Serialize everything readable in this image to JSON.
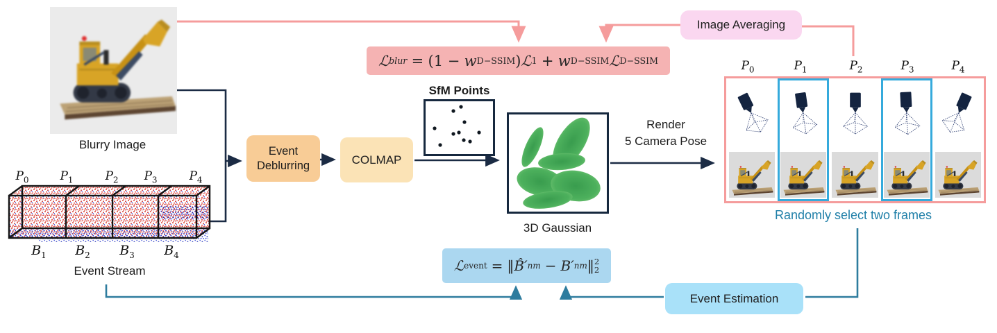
{
  "labels": {
    "blurry_image": "Blurry Image",
    "event_stream": "Event Stream",
    "sfm_points": "SfM Points",
    "gaussian_3d": "3D Gaussian",
    "render_line1": "Render",
    "render_line2": "5 Camera Pose",
    "randomly_select": "Randomly select two frames"
  },
  "boxes": {
    "event_deblurring_line1": "Event",
    "event_deblurring_line2": "Deblurring",
    "colmap": "COLMAP",
    "image_averaging": "Image Averaging",
    "event_estimation": "Event Estimation"
  },
  "stream": {
    "pose_labels": [
      {
        "base": "P",
        "sub": "0"
      },
      {
        "base": "P",
        "sub": "1"
      },
      {
        "base": "P",
        "sub": "2"
      },
      {
        "base": "P",
        "sub": "3"
      },
      {
        "base": "P",
        "sub": "4"
      }
    ],
    "bin_labels": [
      {
        "base": "B",
        "sub": "1"
      },
      {
        "base": "B",
        "sub": "2"
      },
      {
        "base": "B",
        "sub": "3"
      },
      {
        "base": "B",
        "sub": "4"
      }
    ]
  },
  "panel": {
    "pose_labels": [
      {
        "base": "P",
        "sub": "0"
      },
      {
        "base": "P",
        "sub": "1"
      },
      {
        "base": "P",
        "sub": "2"
      },
      {
        "base": "P",
        "sub": "3"
      },
      {
        "base": "P",
        "sub": "4"
      }
    ],
    "selected_indices": [
      1,
      3
    ]
  },
  "formulas": {
    "blur": {
      "L": "ℒ",
      "L_sub": "blur",
      "eq": "=",
      "open": "(1 −",
      "w1": "w",
      "w1_sub": "D−SSIM",
      "close": ")",
      "L1": "ℒ",
      "L1_sub": "1",
      "plus": "+",
      "w2": "w",
      "w2_sub": "D−SSIM",
      "L2": "ℒ",
      "L2_sub": "D−SSIM"
    },
    "event": {
      "L": "ℒ",
      "L_sub": "event",
      "eq": "=",
      "norm_open": "‖",
      "B1": "B̂′",
      "B1_sub": "nm",
      "minus": "−",
      "B2": "B′",
      "B2_sub": "nm",
      "norm_close": "‖",
      "sup": "2",
      "sub": "2"
    }
  },
  "colors": {
    "pink_accent": "#F59C9C",
    "teal_accent": "#2E7C9E",
    "navy": "#1B2B44",
    "blur_loss_bg": "#F5B3B3",
    "event_loss_bg": "#ABD7F0",
    "image_averaging_bg": "#FAD7F0",
    "event_estimation_bg": "#A9E1F9",
    "event_deblurring_bg": "#F8CC96",
    "colmap_bg": "#FBE3B6",
    "selection_blue": "#35AADC",
    "gaussian_green": "#2E9E44",
    "event_red": "#D42A20",
    "event_blue": "#2B3BD4"
  }
}
